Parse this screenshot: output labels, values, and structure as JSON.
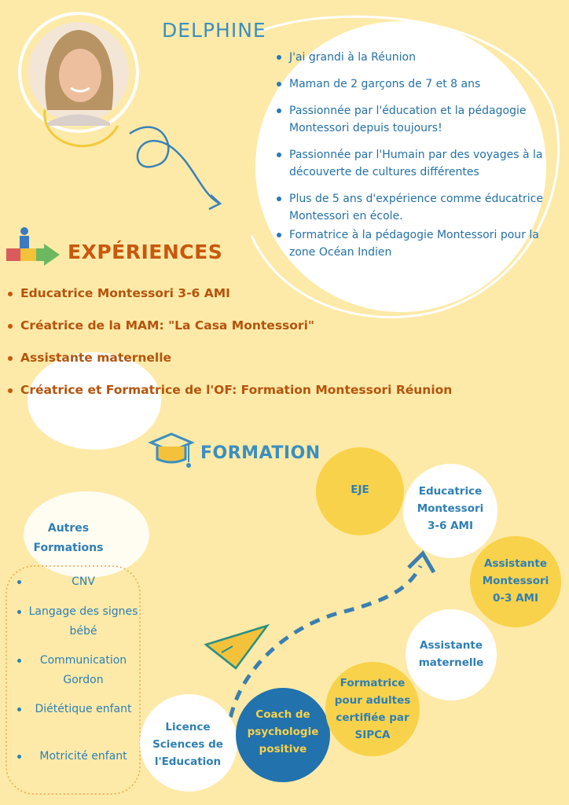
{
  "profile": {
    "name": "DELPHINE",
    "bio": [
      "J'ai grandi à la Réunion",
      "Maman de 2 garçons de 7 et 8 ans",
      "Passionnée par l'éducation et la pédagogie Montessori depuis toujours!",
      "Passionnée par l'Humain par des voyages à la découverte de cultures différentes",
      "Plus de 5 ans d'expérience comme éducatrice Montessori en école.",
      "Formatrice à la pédagogie Montessori pour la zone Océan Indien"
    ]
  },
  "experiences": {
    "title": "EXPÉRIENCES",
    "items": [
      "Educatrice Montessori 3-6 AMI",
      "Créatrice de la MAM: \"La Casa Montessori\"",
      "Assistante maternelle",
      "Créatrice et Formatrice de l'OF: Formation Montessori Réunion"
    ]
  },
  "formation": {
    "title": "FORMATION",
    "autres_title": "Autres Formations",
    "autres": [
      "CNV",
      "Langage des signes bébé",
      "Communication Gordon",
      "Diététique enfant",
      "Motricité enfant"
    ],
    "path": [
      "Licence Sciences de l'Education",
      "Coach de psychologie positive",
      "Formatrice pour adultes certifiée par SIPCA",
      "Assistante maternelle",
      "Assistante Montessori 0-3 AMI",
      "Educatrice Montessori 3-6 AMI",
      "EJE"
    ]
  },
  "colors": {
    "background": "#fdeaa8",
    "blue": "#2f7fb5",
    "orange": "#c8580e",
    "yellow": "#f8d24a",
    "dark_blue": "#2172ad"
  }
}
